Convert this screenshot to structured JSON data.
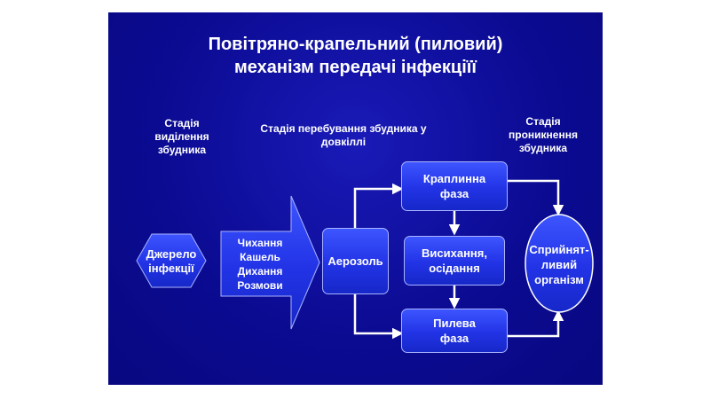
{
  "title_line1": "Повітряно-крапельний (пиловий)",
  "title_line2": "механізм передачі інфекціїї",
  "stages": {
    "release_l1": "Стадія",
    "release_l2": "виділення",
    "release_l3": "збудника",
    "environment_l1": "Стадія перебування збудника у",
    "environment_l2": "довкіллі",
    "penetration_l1": "Стадія",
    "penetration_l2": "проникнення",
    "penetration_l3": "збудника"
  },
  "nodes": {
    "source_l1": "Джерело",
    "source_l2": "інфекції",
    "actions": [
      "Чихання",
      "Кашель",
      "Дихання",
      "Розмови"
    ],
    "aerosol": "Аерозоль",
    "droplet_l1": "Краплинна",
    "droplet_l2": "фаза",
    "drying_l1": "Висихання,",
    "drying_l2": "осідання",
    "dust_l1": "Пилева",
    "dust_l2": "фаза",
    "organism_l1": "Сприйнят-",
    "organism_l2": "ливий",
    "organism_l3": "організм"
  },
  "colors": {
    "slide_bg": "#0d0d9a",
    "box_fill": "#2a3cf0",
    "box_border": "#a9b4ff",
    "text": "#ffffff",
    "arrow": "#ffffff"
  }
}
